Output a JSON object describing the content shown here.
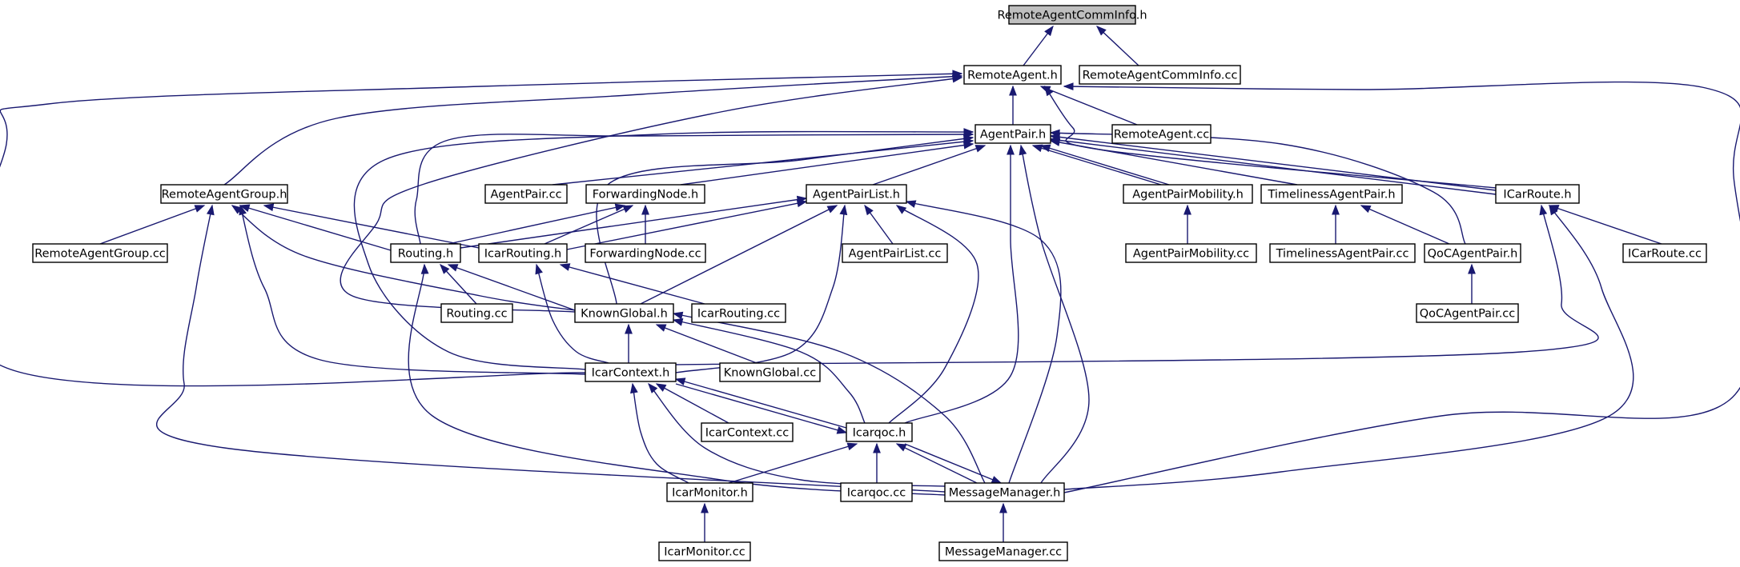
{
  "graph": {
    "colors": {
      "edge": "#191970",
      "node_border": "#000000",
      "root_fill": "#bfbfbf",
      "node_fill": "#ffffff"
    },
    "nodes": [
      {
        "id": "RemoteAgentCommInfo.h",
        "label": "RemoteAgentCommInfo.h"
      },
      {
        "id": "RemoteAgent.h",
        "label": "RemoteAgent.h"
      },
      {
        "id": "RemoteAgentCommInfo.cc",
        "label": "RemoteAgentCommInfo.cc"
      },
      {
        "id": "AgentPair.h",
        "label": "AgentPair.h"
      },
      {
        "id": "RemoteAgent.cc",
        "label": "RemoteAgent.cc"
      },
      {
        "id": "RemoteAgentGroup.h",
        "label": "RemoteAgentGroup.h"
      },
      {
        "id": "AgentPair.cc",
        "label": "AgentPair.cc"
      },
      {
        "id": "ForwardingNode.h",
        "label": "ForwardingNode.h"
      },
      {
        "id": "AgentPairList.h",
        "label": "AgentPairList.h"
      },
      {
        "id": "AgentPairMobility.h",
        "label": "AgentPairMobility.h"
      },
      {
        "id": "TimelinessAgentPair.h",
        "label": "TimelinessAgentPair.h"
      },
      {
        "id": "ICarRoute.h",
        "label": "ICarRoute.h"
      },
      {
        "id": "RemoteAgentGroup.cc",
        "label": "RemoteAgentGroup.cc"
      },
      {
        "id": "Routing.h",
        "label": "Routing.h"
      },
      {
        "id": "IcarRouting.h",
        "label": "IcarRouting.h"
      },
      {
        "id": "ForwardingNode.cc",
        "label": "ForwardingNode.cc"
      },
      {
        "id": "AgentPairList.cc",
        "label": "AgentPairList.cc"
      },
      {
        "id": "AgentPairMobility.cc",
        "label": "AgentPairMobility.cc"
      },
      {
        "id": "TimelinessAgentPair.cc",
        "label": "TimelinessAgentPair.cc"
      },
      {
        "id": "QoCAgentPair.h",
        "label": "QoCAgentPair.h"
      },
      {
        "id": "ICarRoute.cc",
        "label": "ICarRoute.cc"
      },
      {
        "id": "Routing.cc",
        "label": "Routing.cc"
      },
      {
        "id": "KnownGlobal.h",
        "label": "KnownGlobal.h"
      },
      {
        "id": "IcarRouting.cc",
        "label": "IcarRouting.cc"
      },
      {
        "id": "QoCAgentPair.cc",
        "label": "QoCAgentPair.cc"
      },
      {
        "id": "IcarContext.h",
        "label": "IcarContext.h"
      },
      {
        "id": "KnownGlobal.cc",
        "label": "KnownGlobal.cc"
      },
      {
        "id": "IcarContext.cc",
        "label": "IcarContext.cc"
      },
      {
        "id": "Icarqoc.h",
        "label": "Icarqoc.h"
      },
      {
        "id": "IcarMonitor.h",
        "label": "IcarMonitor.h"
      },
      {
        "id": "Icarqoc.cc",
        "label": "Icarqoc.cc"
      },
      {
        "id": "MessageManager.h",
        "label": "MessageManager.h"
      },
      {
        "id": "IcarMonitor.cc",
        "label": "IcarMonitor.cc"
      },
      {
        "id": "MessageManager.cc",
        "label": "MessageManager.cc"
      }
    ],
    "edges": [
      {
        "from": "RemoteAgentCommInfo.h",
        "to": "RemoteAgent.h"
      },
      {
        "from": "RemoteAgentCommInfo.h",
        "to": "RemoteAgentCommInfo.cc"
      },
      {
        "from": "RemoteAgent.h",
        "to": "AgentPair.h"
      },
      {
        "from": "RemoteAgent.h",
        "to": "RemoteAgent.cc"
      },
      {
        "from": "RemoteAgent.h",
        "to": "RemoteAgentGroup.h"
      },
      {
        "from": "RemoteAgent.h",
        "to": "ICarRoute.h"
      },
      {
        "from": "RemoteAgent.h",
        "to": "KnownGlobal.h"
      },
      {
        "from": "RemoteAgent.h",
        "to": "IcarContext.h"
      },
      {
        "from": "RemoteAgent.h",
        "to": "MessageManager.h"
      },
      {
        "from": "AgentPair.h",
        "to": "AgentPair.cc"
      },
      {
        "from": "AgentPair.h",
        "to": "ForwardingNode.h"
      },
      {
        "from": "AgentPair.h",
        "to": "AgentPairList.h"
      },
      {
        "from": "AgentPair.h",
        "to": "AgentPairMobility.h"
      },
      {
        "from": "AgentPair.h",
        "to": "AgentPairMobility.h"
      },
      {
        "from": "AgentPair.h",
        "to": "TimelinessAgentPair.h"
      },
      {
        "from": "AgentPair.h",
        "to": "ICarRoute.h"
      },
      {
        "from": "AgentPair.h",
        "to": "ICarRoute.h"
      },
      {
        "from": "AgentPair.h",
        "to": "QoCAgentPair.h"
      },
      {
        "from": "AgentPair.h",
        "to": "Routing.h"
      },
      {
        "from": "AgentPair.h",
        "to": "KnownGlobal.h"
      },
      {
        "from": "AgentPair.h",
        "to": "IcarContext.h"
      },
      {
        "from": "AgentPair.h",
        "to": "Icarqoc.h"
      },
      {
        "from": "AgentPair.h",
        "to": "MessageManager.h"
      },
      {
        "from": "RemoteAgentGroup.h",
        "to": "RemoteAgentGroup.cc"
      },
      {
        "from": "RemoteAgentGroup.h",
        "to": "Routing.h"
      },
      {
        "from": "RemoteAgentGroup.h",
        "to": "IcarRouting.h"
      },
      {
        "from": "RemoteAgentGroup.h",
        "to": "KnownGlobal.h"
      },
      {
        "from": "RemoteAgentGroup.h",
        "to": "IcarContext.h"
      },
      {
        "from": "RemoteAgentGroup.h",
        "to": "MessageManager.h"
      },
      {
        "from": "ForwardingNode.h",
        "to": "Routing.h"
      },
      {
        "from": "ForwardingNode.h",
        "to": "IcarRouting.h"
      },
      {
        "from": "ForwardingNode.h",
        "to": "ForwardingNode.cc"
      },
      {
        "from": "AgentPairList.h",
        "to": "Routing.h"
      },
      {
        "from": "AgentPairList.h",
        "to": "IcarRouting.h"
      },
      {
        "from": "AgentPairList.h",
        "to": "AgentPairList.cc"
      },
      {
        "from": "AgentPairList.h",
        "to": "KnownGlobal.h"
      },
      {
        "from": "AgentPairList.h",
        "to": "IcarContext.h"
      },
      {
        "from": "AgentPairList.h",
        "to": "Icarqoc.h"
      },
      {
        "from": "AgentPairList.h",
        "to": "MessageManager.h"
      },
      {
        "from": "AgentPairMobility.h",
        "to": "AgentPairMobility.cc"
      },
      {
        "from": "TimelinessAgentPair.h",
        "to": "TimelinessAgentPair.cc"
      },
      {
        "from": "TimelinessAgentPair.h",
        "to": "QoCAgentPair.h"
      },
      {
        "from": "ICarRoute.h",
        "to": "ICarRoute.cc"
      },
      {
        "from": "ICarRoute.h",
        "to": "IcarContext.h"
      },
      {
        "from": "ICarRoute.h",
        "to": "MessageManager.h"
      },
      {
        "from": "QoCAgentPair.h",
        "to": "QoCAgentPair.cc"
      },
      {
        "from": "Routing.h",
        "to": "Routing.cc"
      },
      {
        "from": "Routing.h",
        "to": "KnownGlobal.h"
      },
      {
        "from": "Routing.h",
        "to": "MessageManager.h"
      },
      {
        "from": "IcarRouting.h",
        "to": "IcarRouting.cc"
      },
      {
        "from": "IcarRouting.h",
        "to": "IcarContext.h"
      },
      {
        "from": "KnownGlobal.h",
        "to": "IcarContext.h"
      },
      {
        "from": "KnownGlobal.h",
        "to": "KnownGlobal.cc"
      },
      {
        "from": "KnownGlobal.h",
        "to": "Icarqoc.h"
      },
      {
        "from": "KnownGlobal.h",
        "to": "MessageManager.h"
      },
      {
        "from": "IcarContext.h",
        "to": "IcarContext.cc"
      },
      {
        "from": "IcarContext.h",
        "to": "Icarqoc.h"
      },
      {
        "from": "IcarContext.h",
        "to": "IcarMonitor.h"
      },
      {
        "from": "IcarContext.h",
        "to": "MessageManager.h"
      },
      {
        "from": "Icarqoc.h",
        "to": "IcarContext.h"
      },
      {
        "from": "Icarqoc.h",
        "to": "IcarMonitor.h"
      },
      {
        "from": "Icarqoc.h",
        "to": "Icarqoc.cc"
      },
      {
        "from": "Icarqoc.h",
        "to": "MessageManager.h"
      },
      {
        "from": "MessageManager.h",
        "to": "Icarqoc.h"
      },
      {
        "from": "IcarMonitor.h",
        "to": "IcarMonitor.cc"
      },
      {
        "from": "MessageManager.h",
        "to": "MessageManager.cc"
      }
    ]
  }
}
